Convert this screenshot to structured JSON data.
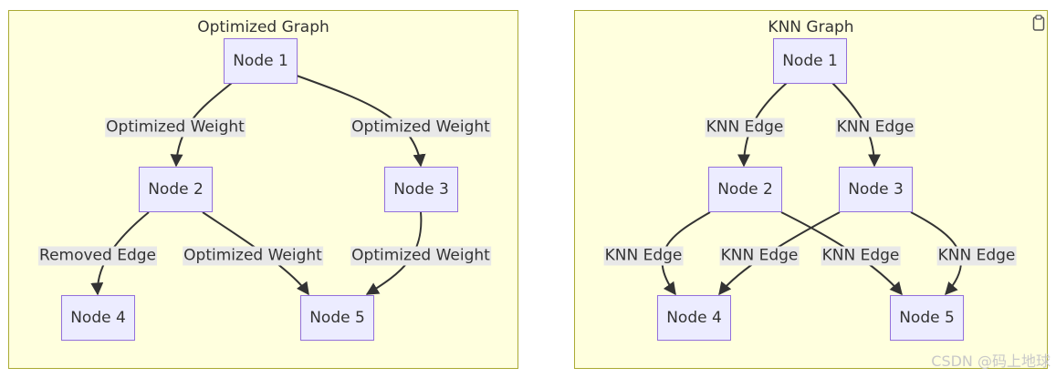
{
  "diagrams": [
    {
      "title": "Optimized Graph",
      "nodes": {
        "n1": "Node 1",
        "n2": "Node 2",
        "n3": "Node 3",
        "n4": "Node 4",
        "n5": "Node 5"
      },
      "edges": [
        {
          "from": "Node 1",
          "to": "Node 2",
          "label": "Optimized Weight"
        },
        {
          "from": "Node 1",
          "to": "Node 3",
          "label": "Optimized Weight"
        },
        {
          "from": "Node 2",
          "to": "Node 4",
          "label": "Removed Edge"
        },
        {
          "from": "Node 2",
          "to": "Node 5",
          "label": "Optimized Weight"
        },
        {
          "from": "Node 3",
          "to": "Node 5",
          "label": "Optimized Weight"
        }
      ]
    },
    {
      "title": "KNN Graph",
      "nodes": {
        "n1": "Node 1",
        "n2": "Node 2",
        "n3": "Node 3",
        "n4": "Node 4",
        "n5": "Node 5"
      },
      "edges": [
        {
          "from": "Node 1",
          "to": "Node 2",
          "label": "KNN Edge"
        },
        {
          "from": "Node 1",
          "to": "Node 3",
          "label": "KNN Edge"
        },
        {
          "from": "Node 2",
          "to": "Node 4",
          "label": "KNN Edge"
        },
        {
          "from": "Node 3",
          "to": "Node 4",
          "label": "KNN Edge"
        },
        {
          "from": "Node 2",
          "to": "Node 5",
          "label": "KNN Edge"
        },
        {
          "from": "Node 3",
          "to": "Node 5",
          "label": "KNN Edge"
        }
      ]
    }
  ],
  "watermark": "CSDN @码上地球",
  "icons": {
    "copy": "clipboard-icon"
  },
  "colors": {
    "panel_bg": "#ffffde",
    "panel_border": "#aaaa33",
    "node_bg": "#ececff",
    "node_border": "#9370db",
    "edge": "#333333",
    "label_bg": "#e8e8e8"
  }
}
